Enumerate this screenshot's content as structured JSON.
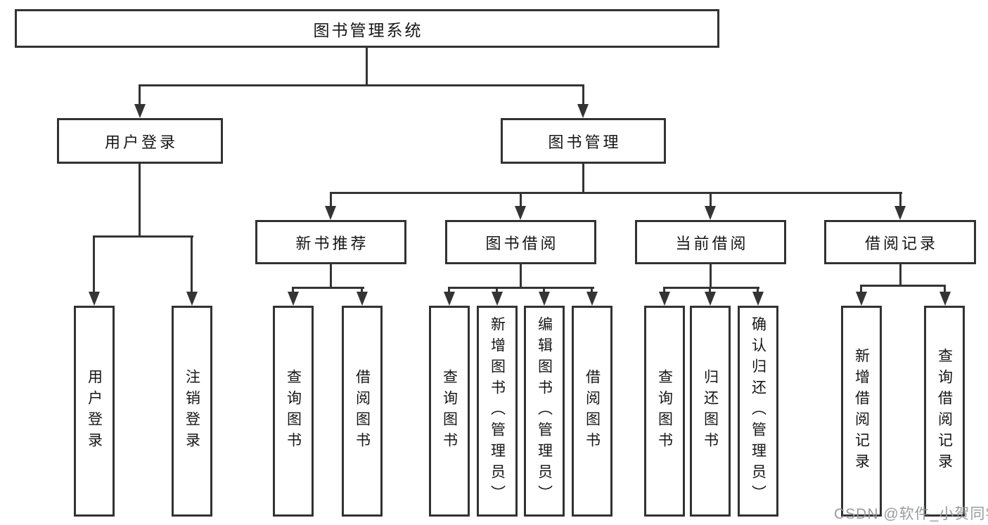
{
  "diagram": {
    "title": "图书管理系统",
    "root": {
      "label": "图书管理系统"
    },
    "level2": [
      {
        "label": "用户登录"
      },
      {
        "label": "图书管理"
      }
    ],
    "level3": [
      {
        "label": "新书推荐",
        "parent": "图书管理"
      },
      {
        "label": "图书借阅",
        "parent": "图书管理"
      },
      {
        "label": "当前借阅",
        "parent": "图书管理"
      },
      {
        "label": "借阅记录",
        "parent": "图书管理"
      }
    ],
    "leaves": [
      {
        "label": "用户登录",
        "parent": "用户登录"
      },
      {
        "label": "注销登录",
        "parent": "用户登录"
      },
      {
        "label": "查询图书",
        "parent": "新书推荐"
      },
      {
        "label": "借阅图书",
        "parent": "新书推荐"
      },
      {
        "label": "查询图书",
        "parent": "图书借阅"
      },
      {
        "label": "新增图书（管理员）",
        "parent": "图书借阅"
      },
      {
        "label": "编辑图书（管理员）",
        "parent": "图书借阅"
      },
      {
        "label": "借阅图书",
        "parent": "图书借阅"
      },
      {
        "label": "查询图书",
        "parent": "当前借阅"
      },
      {
        "label": "归还图书",
        "parent": "当前借阅"
      },
      {
        "label": "确认归还（管理员）",
        "parent": "当前借阅"
      },
      {
        "label": "新增借阅记录",
        "parent": "借阅记录"
      },
      {
        "label": "查询借阅记录",
        "parent": "借阅记录"
      }
    ]
  },
  "watermark": {
    "text": "CSDN @软件_小贺同学"
  },
  "colors": {
    "line": "#343434",
    "box_border": "#323232",
    "text": "#161616",
    "watermark": "#94969a",
    "background": "#ffffff"
  }
}
